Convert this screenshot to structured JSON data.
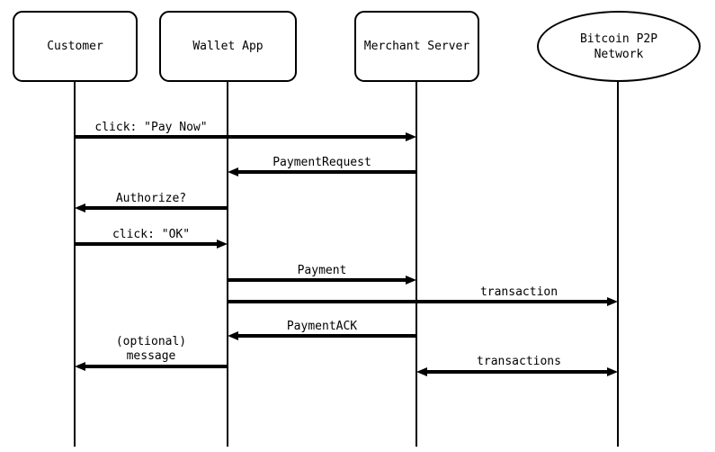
{
  "diagram": {
    "title": "Bitcoin payment protocol sequence diagram",
    "type": "sequence-diagram",
    "background_color": "#ffffff",
    "stroke_color": "#000000"
  },
  "actors": [
    {
      "label": "Customer",
      "shape": "rounded-rectangle"
    },
    {
      "label": "Wallet App",
      "shape": "rounded-rectangle"
    },
    {
      "label": "Merchant Server",
      "shape": "rounded-rectangle"
    },
    {
      "label": "Bitcoin P2P\nNetwork",
      "shape": "ellipse"
    }
  ],
  "messages": [
    {
      "label": "click: \"Pay Now\"",
      "from": "Customer",
      "to": "Merchant Server",
      "direction": "right"
    },
    {
      "label": "PaymentRequest",
      "from": "Merchant Server",
      "to": "Wallet App",
      "direction": "left"
    },
    {
      "label": "Authorize?",
      "from": "Wallet App",
      "to": "Customer",
      "direction": "left"
    },
    {
      "label": "click: \"OK\"",
      "from": "Customer",
      "to": "Wallet App",
      "direction": "right"
    },
    {
      "label": "Payment",
      "from": "Wallet App",
      "to": "Merchant Server",
      "direction": "right"
    },
    {
      "label": "transaction",
      "from": "Wallet App",
      "to": "Bitcoin P2P Network",
      "direction": "right"
    },
    {
      "label": "PaymentACK",
      "from": "Merchant Server",
      "to": "Wallet App",
      "direction": "left"
    },
    {
      "label": "(optional)\nmessage",
      "from": "Wallet App",
      "to": "Customer",
      "direction": "left"
    },
    {
      "label": "transactions",
      "from": "Merchant Server",
      "to": "Bitcoin P2P Network",
      "direction": "both"
    }
  ]
}
